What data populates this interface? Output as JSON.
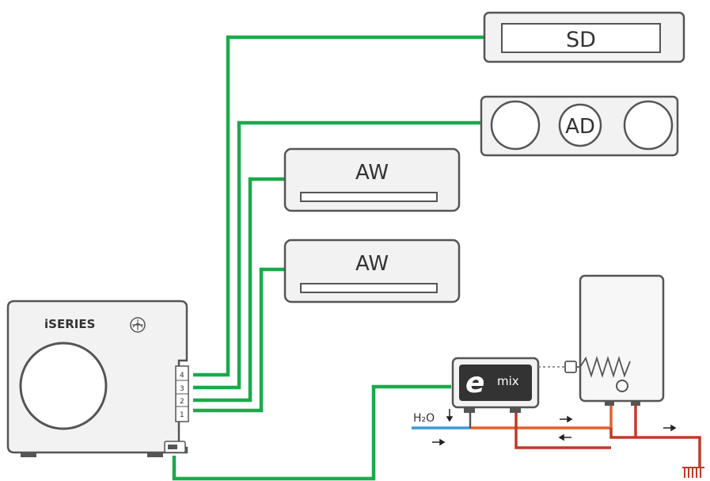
{
  "units": {
    "sd_label": "SD",
    "ad_label": "AD",
    "aw1_label": "AW",
    "aw2_label": "AW"
  },
  "outdoor_unit": {
    "brand": "iSERIES",
    "ports": [
      "4",
      "3",
      "2",
      "1"
    ]
  },
  "emix": {
    "logo_letter": "e",
    "logo_text": "mix"
  },
  "water": {
    "inlet_label": "H₂O"
  },
  "colors": {
    "wire": "#1aaa4a",
    "hot_pipe": "#c0392b",
    "orange_pipe": "#e2622a",
    "cold_pipe": "#3a9ad9",
    "outline": "#555555",
    "unit_fill": "#f2f2f2"
  }
}
